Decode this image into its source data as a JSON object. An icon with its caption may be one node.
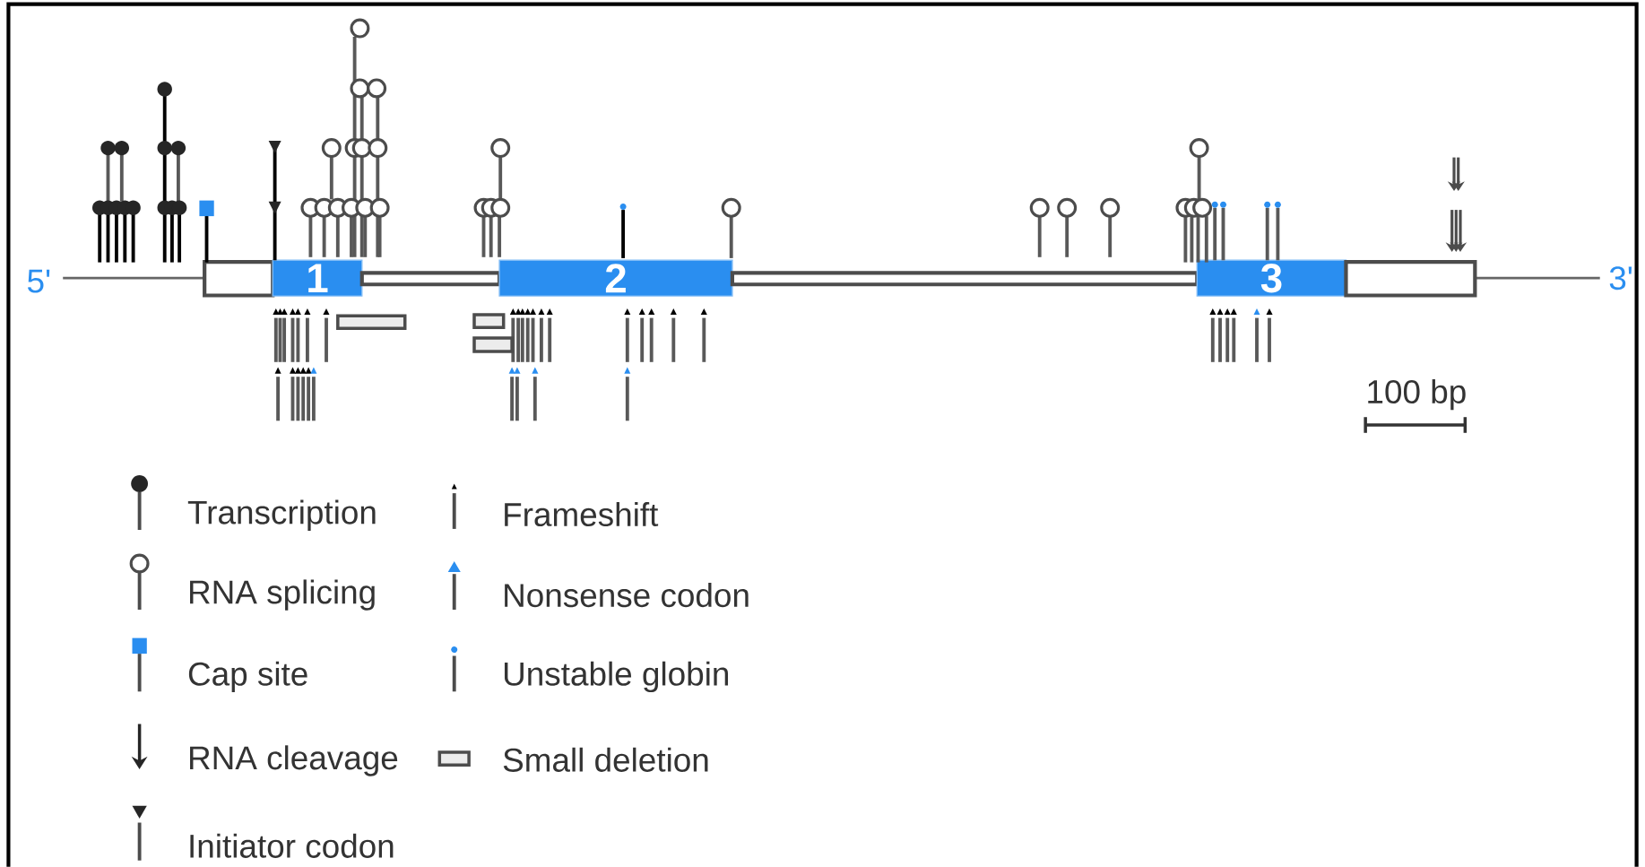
{
  "diagram": {
    "nodes": [
      {
        "text": [],
        "shape": "box"
      },
      {
        "text": [
          "1"
        ]
      },
      {
        "text": [],
        "shape": "bar"
      },
      {
        "text": [
          "2"
        ]
      },
      {
        "text": [],
        "shape": "bar"
      },
      {
        "text": [
          "3"
        ]
      },
      {
        "text": [],
        "shape": "box"
      }
    ],
    "labels": [
      "5'",
      "3'",
      "100 bp"
    ],
    "legend": [
      {
        "text": "Transcription"
      },
      {
        "text": "RNA splicing"
      },
      {
        "text": "Cap site"
      },
      {
        "text": "RNA cleavage"
      },
      {
        "text": "Initiator codon"
      },
      {
        "text": "Frameshift"
      },
      {
        "text": "Nonsense codon"
      },
      {
        "text": "Unstable globin"
      },
      {
        "text": "Small deletion"
      }
    ]
  }
}
